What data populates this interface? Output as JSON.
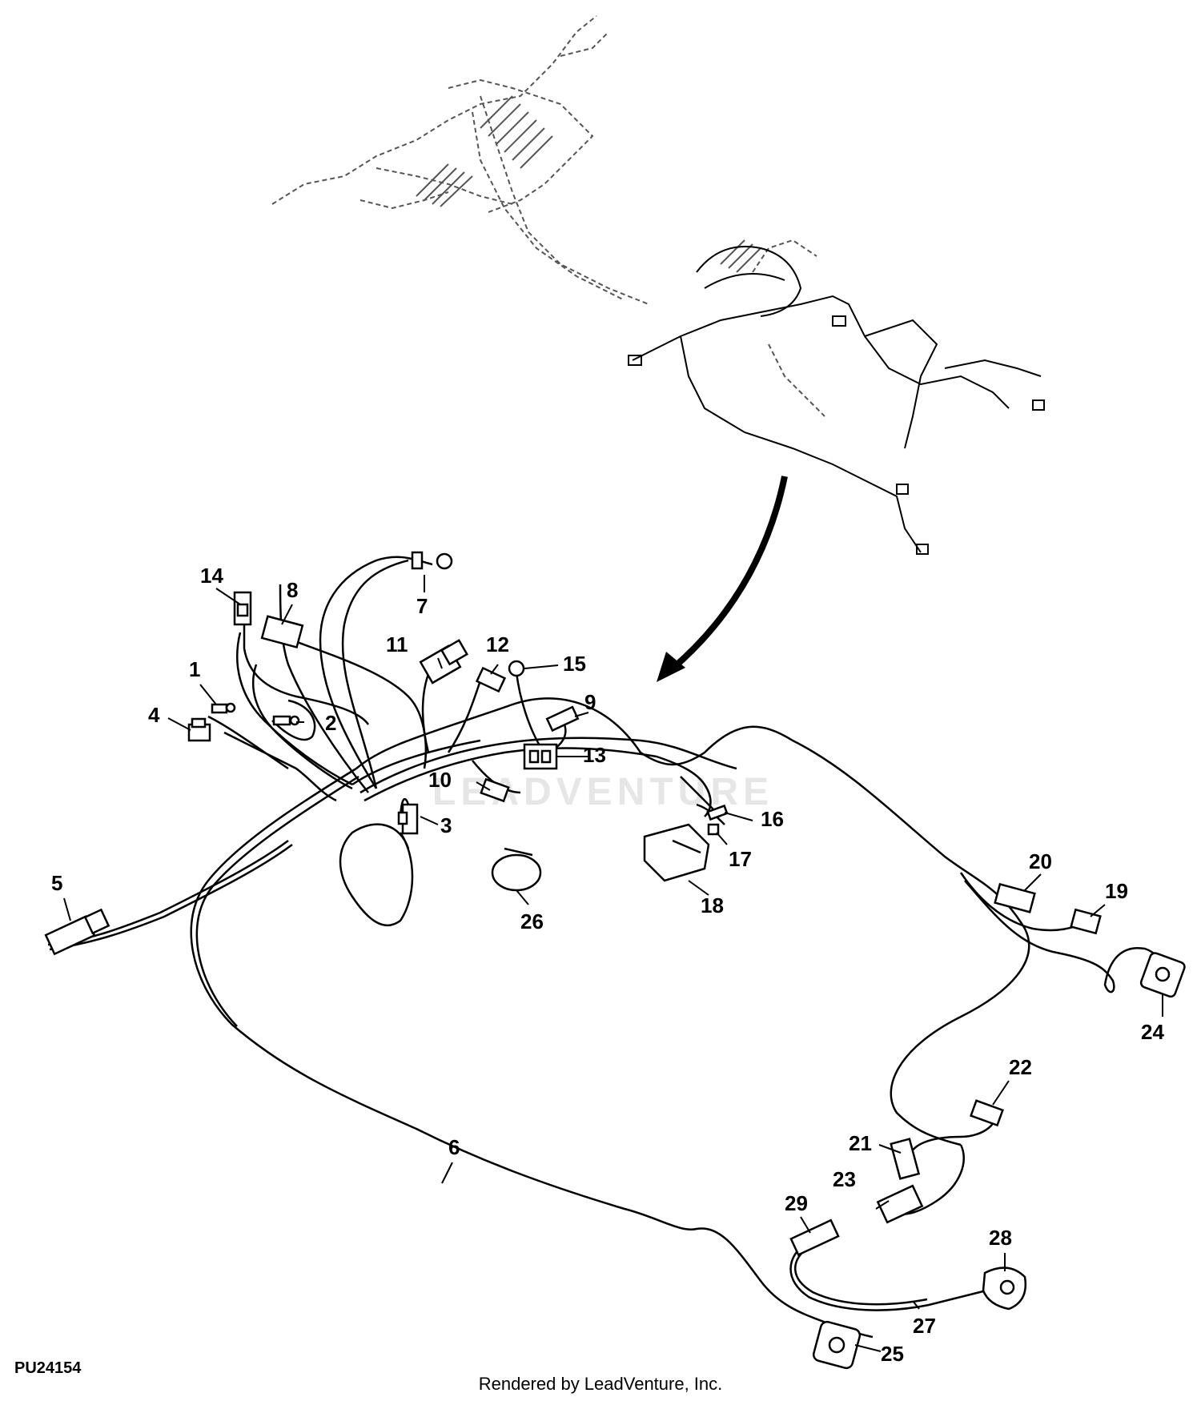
{
  "diagram_code": "PU24154",
  "credit": "Rendered by LeadVenture, Inc.",
  "watermark": "LEADVENTURE",
  "callouts": [
    {
      "id": "1",
      "text": "1"
    },
    {
      "id": "2",
      "text": "2"
    },
    {
      "id": "3",
      "text": "3"
    },
    {
      "id": "4",
      "text": "4"
    },
    {
      "id": "5",
      "text": "5"
    },
    {
      "id": "6",
      "text": "6"
    },
    {
      "id": "7",
      "text": "7"
    },
    {
      "id": "8",
      "text": "8"
    },
    {
      "id": "9",
      "text": "9"
    },
    {
      "id": "10",
      "text": "10"
    },
    {
      "id": "11",
      "text": "11"
    },
    {
      "id": "12",
      "text": "12"
    },
    {
      "id": "13",
      "text": "13"
    },
    {
      "id": "14",
      "text": "14"
    },
    {
      "id": "15",
      "text": "15"
    },
    {
      "id": "16",
      "text": "16"
    },
    {
      "id": "17",
      "text": "17"
    },
    {
      "id": "18",
      "text": "18"
    },
    {
      "id": "19",
      "text": "19"
    },
    {
      "id": "20",
      "text": "20"
    },
    {
      "id": "21",
      "text": "21"
    },
    {
      "id": "22",
      "text": "22"
    },
    {
      "id": "23",
      "text": "23"
    },
    {
      "id": "24",
      "text": "24"
    },
    {
      "id": "25",
      "text": "25"
    },
    {
      "id": "26",
      "text": "26"
    },
    {
      "id": "27",
      "text": "27"
    },
    {
      "id": "28",
      "text": "28"
    },
    {
      "id": "29",
      "text": "29"
    }
  ],
  "colors": {
    "line": "#000000",
    "ghost": "#555555",
    "background": "#ffffff"
  }
}
